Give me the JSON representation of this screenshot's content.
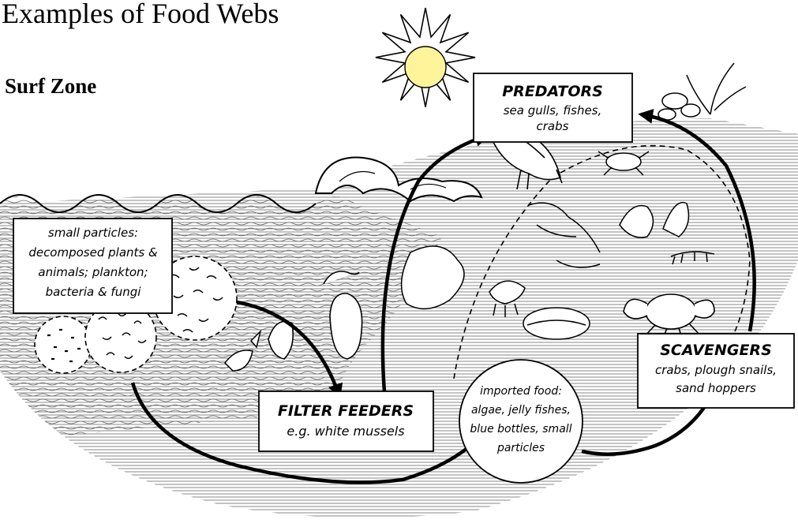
{
  "page": {
    "title": "Examples of Food Webs",
    "section": "Surf Zone"
  },
  "diagram": {
    "predators": {
      "title": "PREDATORS",
      "line1": "sea gulls, fishes,",
      "line2": "crabs"
    },
    "particles": {
      "line1": "small particles:",
      "line2": "decomposed plants &",
      "line3": "animals; plankton;",
      "line4": "bacteria & fungi"
    },
    "filter_feeders": {
      "title": "FILTER FEEDERS",
      "line1": "e.g. white mussels"
    },
    "imported_food": {
      "line1": "imported food:",
      "line2": "algae, jelly fishes,",
      "line3": "blue bottles, small",
      "line4": "particles"
    },
    "scavengers": {
      "title": "SCAVENGERS",
      "line1": "crabs, plough snails,",
      "line2": "sand hoppers"
    }
  },
  "colors": {
    "sun_fill": "#fff49a",
    "ink": "#000000",
    "hatch": "#666666"
  }
}
